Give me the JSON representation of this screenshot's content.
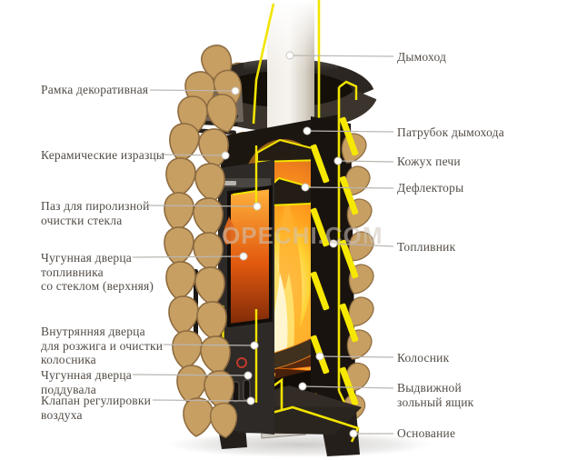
{
  "diagram": {
    "watermark": "OPECHI.COM",
    "labels": {
      "left": [
        {
          "id": "decorative-frame",
          "text": "Рамка декоративная"
        },
        {
          "id": "ceramic-tiles",
          "text": "Керамические изразцы"
        },
        {
          "id": "pyrolysis-glass-groove",
          "text": "Паз для пиролизной\nочистки стекла"
        },
        {
          "id": "upper-firebox-door",
          "text": "Чугунная дверца\nтопливника\nсо стеклом (верхняя)"
        },
        {
          "id": "inner-kindling-door",
          "text": "Внутрянняя дверца\nдля розжига и очистки\nколосника"
        },
        {
          "id": "ash-pit-door",
          "text": "Чугунная дверца\nподдувала"
        },
        {
          "id": "air-control-valve",
          "text": "Клапан  регулировки\nвоздуха"
        }
      ],
      "right": [
        {
          "id": "chimney",
          "text": "Дымоход"
        },
        {
          "id": "chimney-socket",
          "text": "Патрубок дымохода"
        },
        {
          "id": "stove-casing",
          "text": "Кожух печи"
        },
        {
          "id": "deflectors",
          "text": "Дефлекторы"
        },
        {
          "id": "firebox",
          "text": "Топливник"
        },
        {
          "id": "grate",
          "text": "Колосник"
        },
        {
          "id": "ash-drawer",
          "text": "Выдвижной\nзольный ящик"
        },
        {
          "id": "base",
          "text": "Основание"
        }
      ]
    },
    "colors": {
      "background": "#ffffff",
      "label_text": "#524c46",
      "leader_line": "#bab6b1",
      "cut_highlight_yellow": "#f2e400",
      "ceramic_tile_tan": "#c79f63",
      "fire_orange": "#ff9012",
      "cast_iron_dark": "#2b2622"
    }
  }
}
